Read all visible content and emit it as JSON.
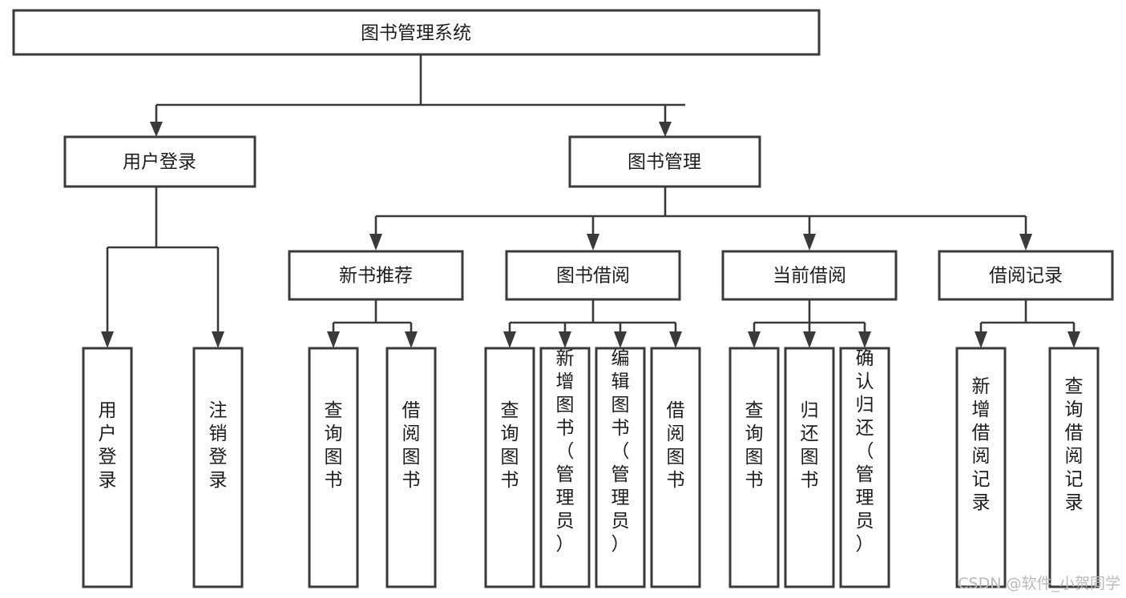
{
  "diagram": {
    "type": "hierarchy-tree",
    "title": "图书管理系统",
    "root": {
      "label": "图书管理系统"
    },
    "level2": [
      {
        "label": "用户登录"
      },
      {
        "label": "图书管理"
      }
    ],
    "level3": [
      {
        "label": "新书推荐"
      },
      {
        "label": "图书借阅"
      },
      {
        "label": "当前借阅"
      },
      {
        "label": "借阅记录"
      }
    ],
    "leaves": {
      "user_login": [
        {
          "label": "用户登录"
        },
        {
          "label": "注销登录"
        }
      ],
      "new_book_recommend": [
        {
          "label": "查询图书"
        },
        {
          "label": "借阅图书"
        }
      ],
      "book_borrow": [
        {
          "label": "查询图书"
        },
        {
          "label": "新增图书（管理员）"
        },
        {
          "label": "编辑图书（管理员）"
        },
        {
          "label": "借阅图书"
        }
      ],
      "current_borrow": [
        {
          "label": "查询图书"
        },
        {
          "label": "归还图书"
        },
        {
          "label": "确认归还（管理员）"
        }
      ],
      "borrow_record": [
        {
          "label": "新增借阅记录"
        },
        {
          "label": "查询借阅记录"
        }
      ]
    }
  },
  "watermark": {
    "label": "CSDN @软件_小贺同学"
  },
  "colors": {
    "box_stroke": "#3a3a3a",
    "box_fill": "#ffffff",
    "connector": "#3a3a3a",
    "text": "#1d1d1d",
    "watermark": "#b9b9b9",
    "background": "#ffffff"
  }
}
